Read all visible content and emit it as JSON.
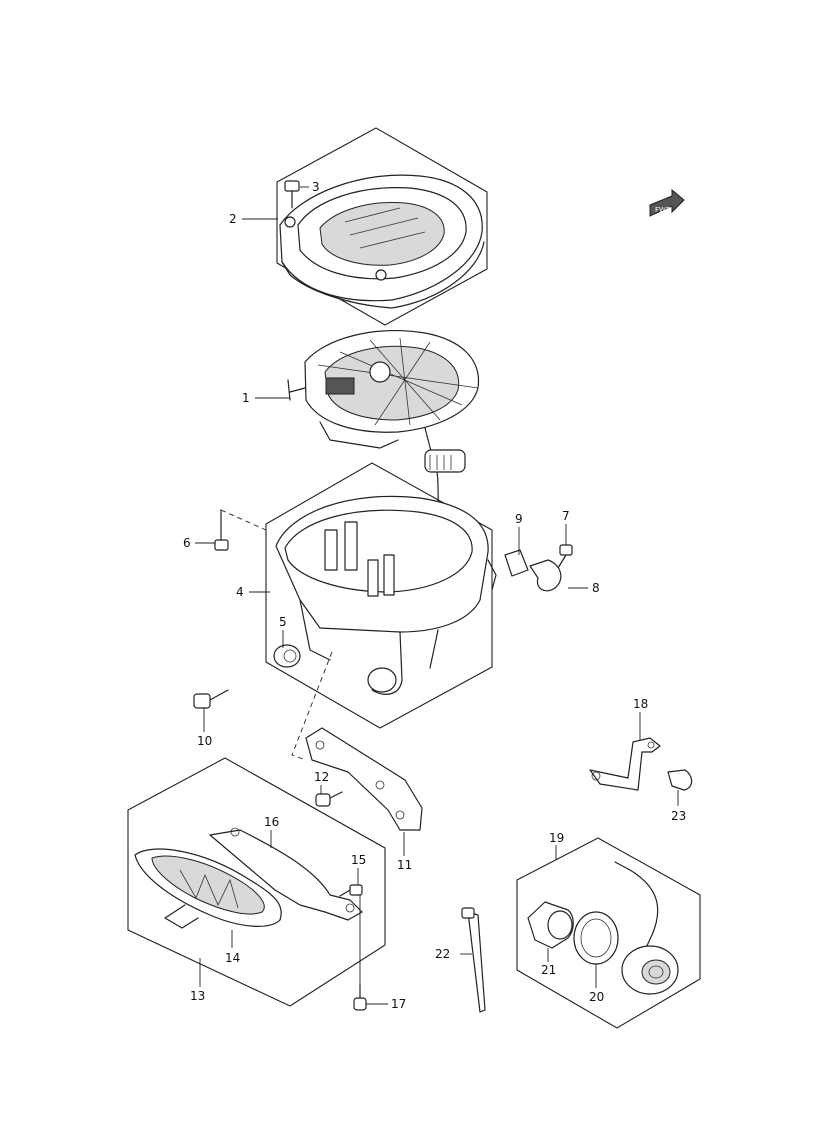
{
  "fwd_badge": "FWD",
  "callouts": [
    {
      "id": "1",
      "text": "1"
    },
    {
      "id": "2",
      "text": "2"
    },
    {
      "id": "3",
      "text": "3"
    },
    {
      "id": "4",
      "text": "4"
    },
    {
      "id": "5",
      "text": "5"
    },
    {
      "id": "6",
      "text": "6"
    },
    {
      "id": "7",
      "text": "7"
    },
    {
      "id": "8",
      "text": "8"
    },
    {
      "id": "9",
      "text": "9"
    },
    {
      "id": "10",
      "text": "10"
    },
    {
      "id": "11",
      "text": "11"
    },
    {
      "id": "12",
      "text": "12"
    },
    {
      "id": "13",
      "text": "13"
    },
    {
      "id": "14",
      "text": "14"
    },
    {
      "id": "15",
      "text": "15"
    },
    {
      "id": "16",
      "text": "16"
    },
    {
      "id": "17",
      "text": "17"
    },
    {
      "id": "18",
      "text": "18"
    },
    {
      "id": "19",
      "text": "19"
    },
    {
      "id": "20",
      "text": "20"
    },
    {
      "id": "21",
      "text": "21"
    },
    {
      "id": "22",
      "text": "22"
    },
    {
      "id": "23",
      "text": "23"
    }
  ]
}
